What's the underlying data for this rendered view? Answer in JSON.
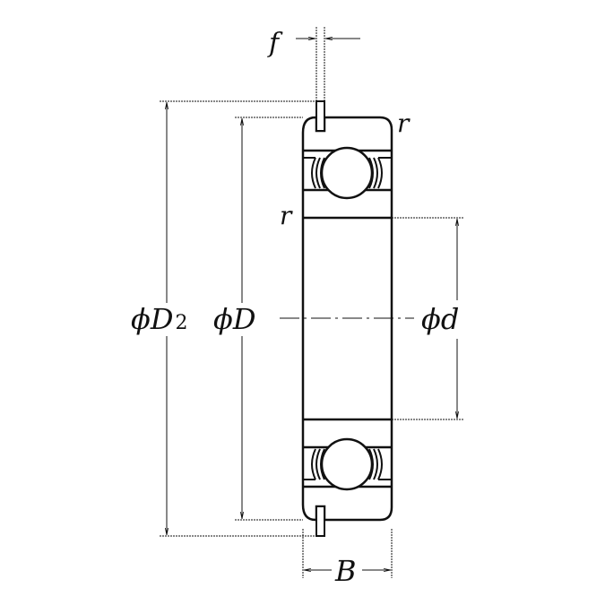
{
  "labels": {
    "f": "f",
    "r_top": "r",
    "r_left": "r",
    "D2_phi": "ϕ",
    "D2_main": "D",
    "D2_sub": "2",
    "D_phi": "ϕ",
    "D_main": "D",
    "d_phi": "ϕ",
    "d_main": "d",
    "B": "B"
  },
  "colors": {
    "line": "#111111",
    "background": "#ffffff"
  }
}
